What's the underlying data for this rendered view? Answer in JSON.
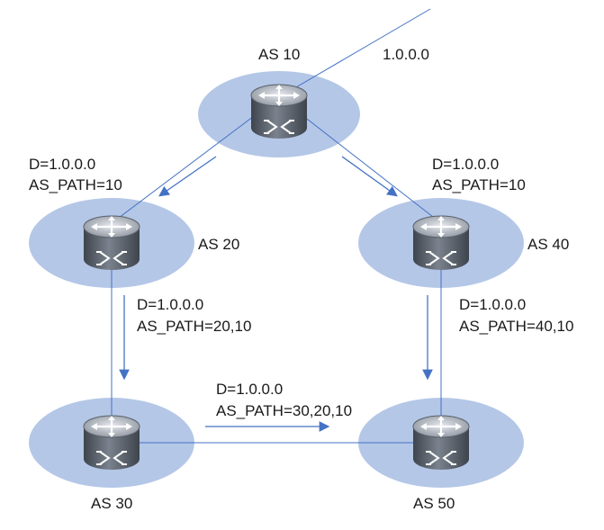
{
  "colors": {
    "as_ellipse": "#b4c7e7",
    "link_line": "#4472c4",
    "arrow": "#4472c4",
    "router_body": "#5f6670",
    "router_top": "#c9ced6",
    "text": "#1a1a1a"
  },
  "nodes": [
    {
      "id": "as10",
      "label": "AS 10",
      "icon": "router-icon"
    },
    {
      "id": "as20",
      "label": "AS 20",
      "icon": "router-icon"
    },
    {
      "id": "as40",
      "label": "AS 40",
      "icon": "router-icon"
    },
    {
      "id": "as30",
      "label": "AS 30",
      "icon": "router-icon"
    },
    {
      "id": "as50",
      "label": "AS 50",
      "icon": "router-icon"
    }
  ],
  "prefix": "1.0.0.0",
  "advertisements": [
    {
      "from": "as10",
      "to": "as20",
      "dest": "D=1.0.0.0",
      "as_path": "AS_PATH=10"
    },
    {
      "from": "as10",
      "to": "as40",
      "dest": "D=1.0.0.0",
      "as_path": "AS_PATH=10"
    },
    {
      "from": "as20",
      "to": "as30",
      "dest": "D=1.0.0.0",
      "as_path": "AS_PATH=20,10"
    },
    {
      "from": "as40",
      "to": "as50",
      "dest": "D=1.0.0.0",
      "as_path": "AS_PATH=40,10"
    },
    {
      "from": "as30",
      "to": "as50",
      "dest": "D=1.0.0.0",
      "as_path": "AS_PATH=30,20,10"
    }
  ]
}
